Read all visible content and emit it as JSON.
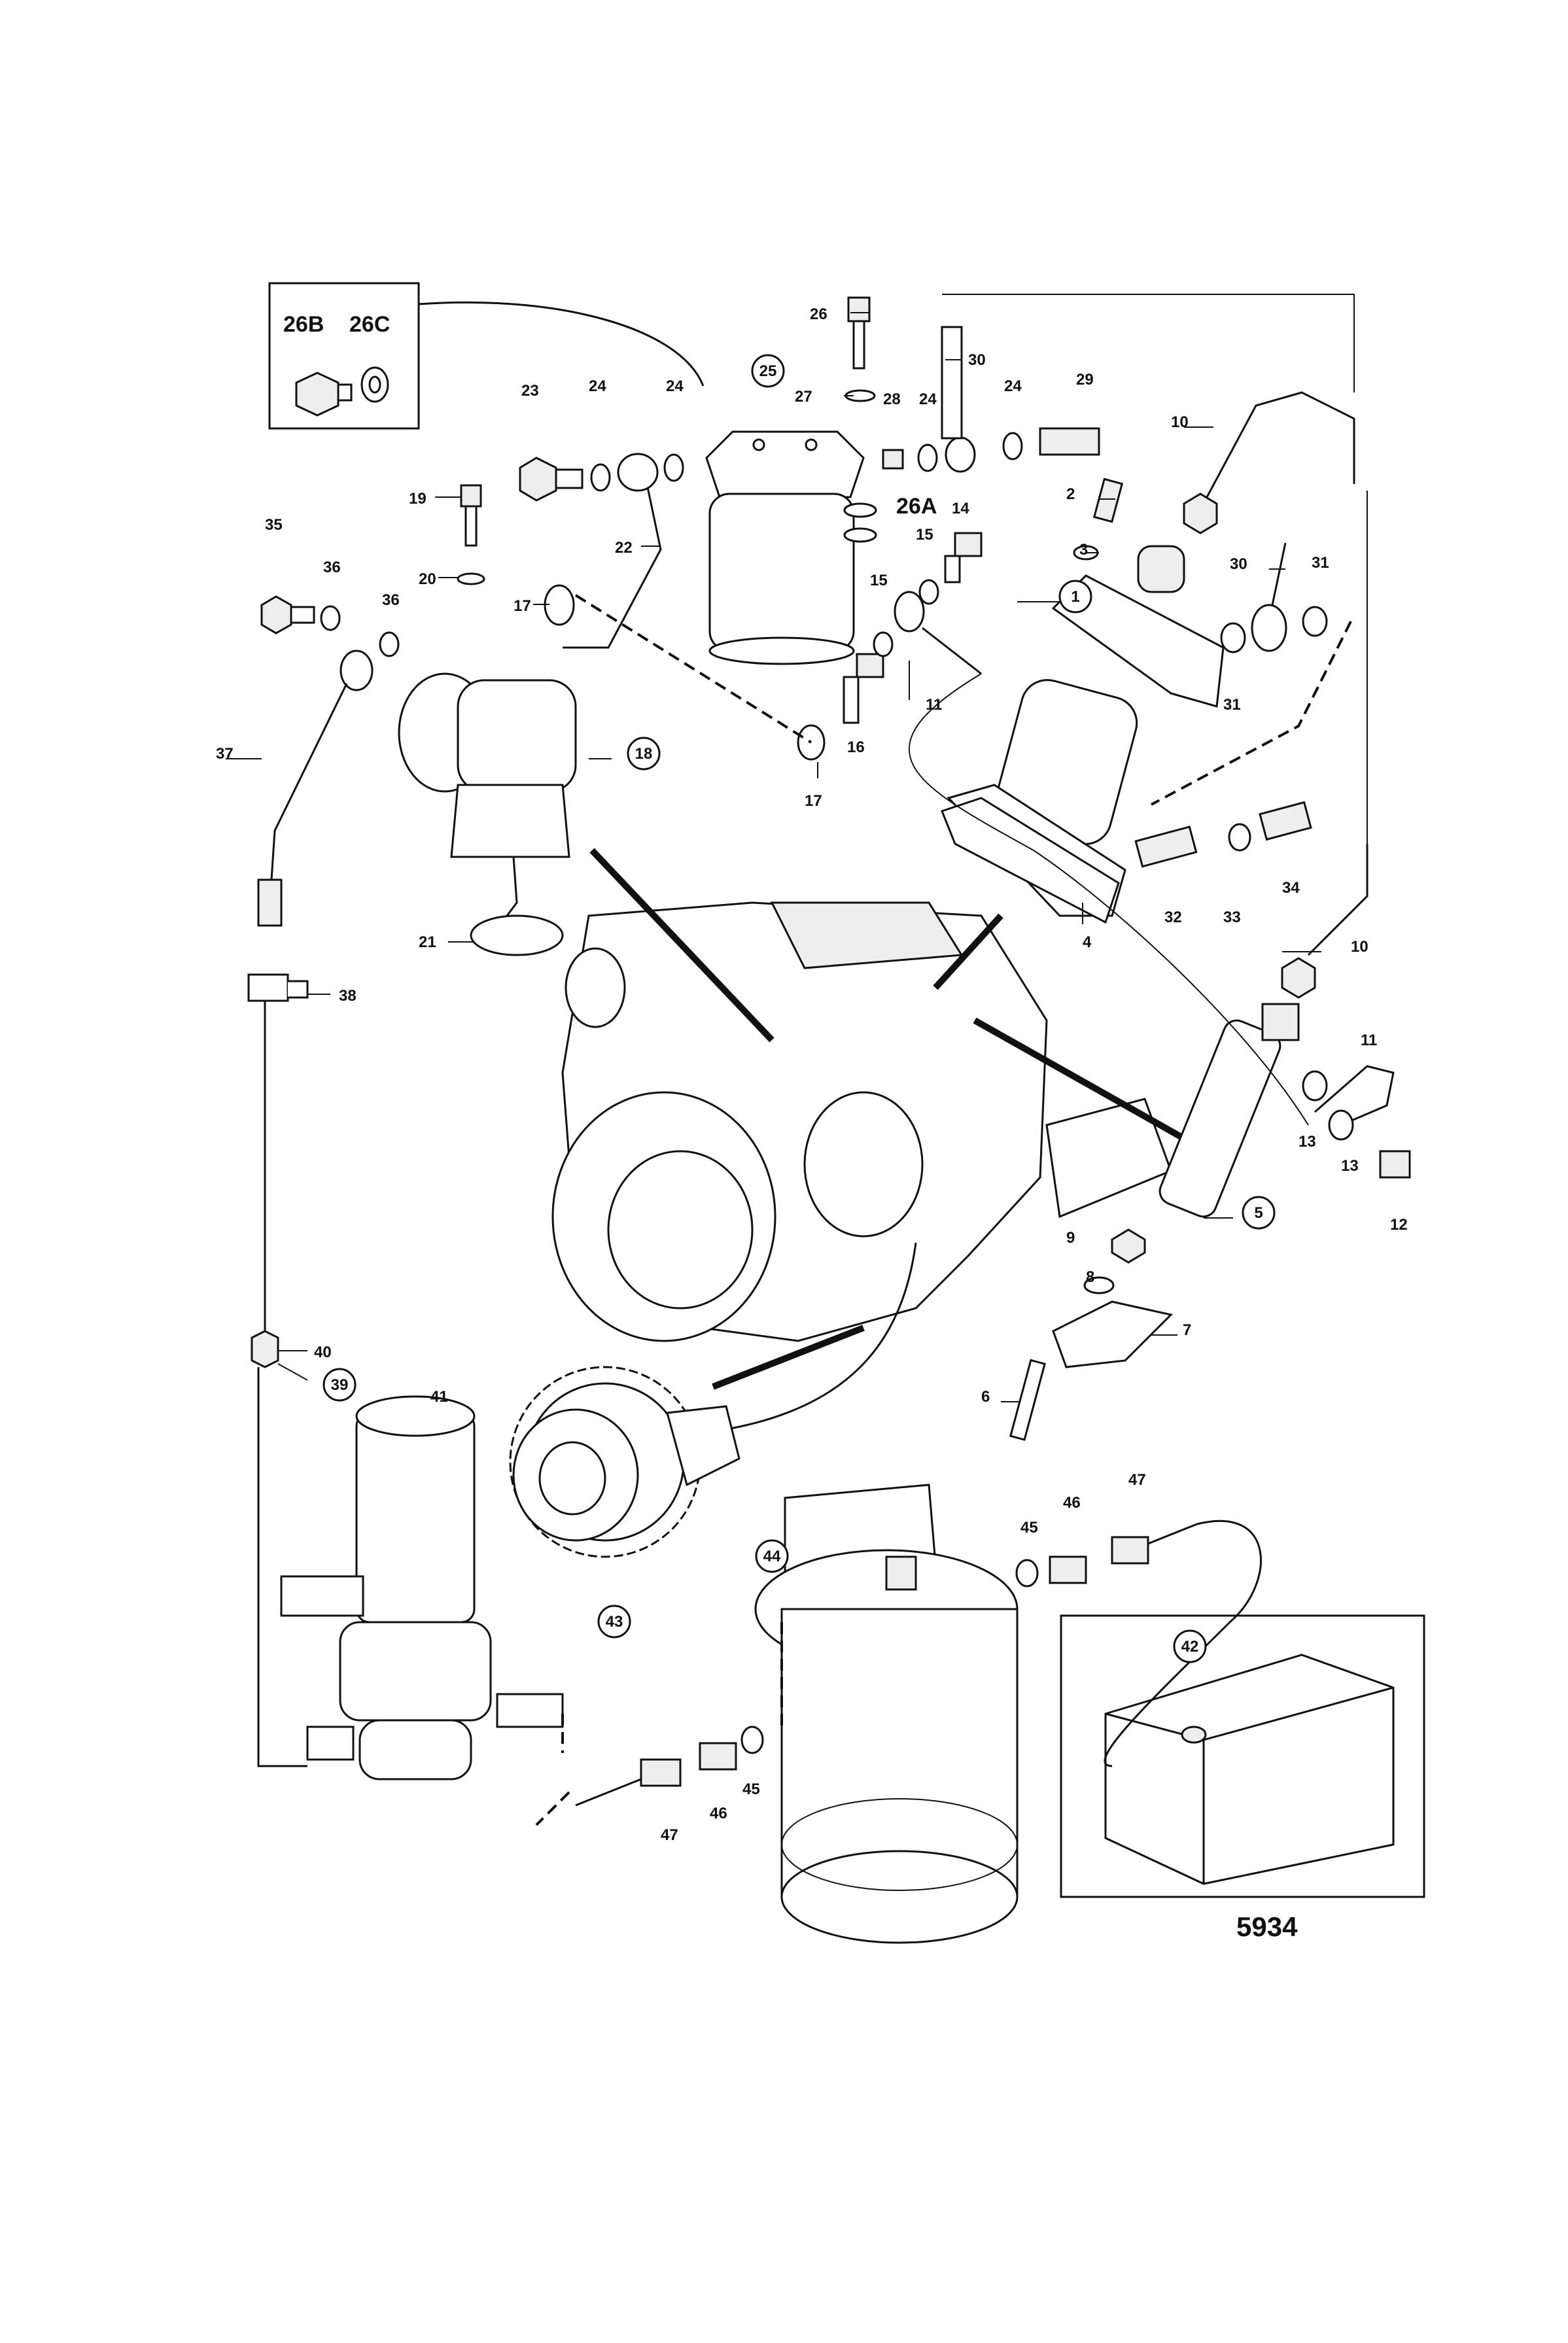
{
  "diagram": {
    "figure_number": "5934",
    "inset_top_left": {
      "labels": [
        "26B",
        "26C"
      ]
    },
    "labels": [
      {
        "id": "1",
        "text": "1",
        "circled": true
      },
      {
        "id": "2",
        "text": "2"
      },
      {
        "id": "3",
        "text": "3"
      },
      {
        "id": "4",
        "text": "4"
      },
      {
        "id": "5",
        "text": "5",
        "circled": true
      },
      {
        "id": "6",
        "text": "6"
      },
      {
        "id": "7",
        "text": "7"
      },
      {
        "id": "8",
        "text": "8"
      },
      {
        "id": "9",
        "text": "9"
      },
      {
        "id": "10a",
        "text": "10"
      },
      {
        "id": "10b",
        "text": "10"
      },
      {
        "id": "11a",
        "text": "11"
      },
      {
        "id": "11b",
        "text": "11"
      },
      {
        "id": "12",
        "text": "12"
      },
      {
        "id": "13a",
        "text": "13"
      },
      {
        "id": "13b",
        "text": "13"
      },
      {
        "id": "14",
        "text": "14"
      },
      {
        "id": "15a",
        "text": "15"
      },
      {
        "id": "15b",
        "text": "15"
      },
      {
        "id": "16",
        "text": "16"
      },
      {
        "id": "17a",
        "text": "17"
      },
      {
        "id": "17b",
        "text": "17"
      },
      {
        "id": "18",
        "text": "18",
        "circled": true
      },
      {
        "id": "19",
        "text": "19"
      },
      {
        "id": "20",
        "text": "20"
      },
      {
        "id": "21",
        "text": "21"
      },
      {
        "id": "22",
        "text": "22"
      },
      {
        "id": "23",
        "text": "23"
      },
      {
        "id": "24a",
        "text": "24"
      },
      {
        "id": "24b",
        "text": "24"
      },
      {
        "id": "24c",
        "text": "24"
      },
      {
        "id": "24d",
        "text": "24"
      },
      {
        "id": "25",
        "text": "25",
        "circled": true
      },
      {
        "id": "26",
        "text": "26"
      },
      {
        "id": "26A",
        "text": "26A"
      },
      {
        "id": "27",
        "text": "27"
      },
      {
        "id": "28",
        "text": "28"
      },
      {
        "id": "29",
        "text": "29"
      },
      {
        "id": "30a",
        "text": "30"
      },
      {
        "id": "30b",
        "text": "30"
      },
      {
        "id": "31a",
        "text": "31"
      },
      {
        "id": "31b",
        "text": "31"
      },
      {
        "id": "32",
        "text": "32"
      },
      {
        "id": "33",
        "text": "33"
      },
      {
        "id": "34",
        "text": "34"
      },
      {
        "id": "35",
        "text": "35"
      },
      {
        "id": "36a",
        "text": "36"
      },
      {
        "id": "36b",
        "text": "36"
      },
      {
        "id": "37",
        "text": "37"
      },
      {
        "id": "38",
        "text": "38"
      },
      {
        "id": "39",
        "text": "39",
        "circled": true
      },
      {
        "id": "40",
        "text": "40"
      },
      {
        "id": "41",
        "text": "41"
      },
      {
        "id": "42",
        "text": "42",
        "circled": true
      },
      {
        "id": "43",
        "text": "43",
        "circled": true
      },
      {
        "id": "44",
        "text": "44",
        "circled": true
      },
      {
        "id": "45a",
        "text": "45"
      },
      {
        "id": "45b",
        "text": "45"
      },
      {
        "id": "46a",
        "text": "46"
      },
      {
        "id": "46b",
        "text": "46"
      },
      {
        "id": "47a",
        "text": "47"
      },
      {
        "id": "47b",
        "text": "47"
      }
    ]
  }
}
